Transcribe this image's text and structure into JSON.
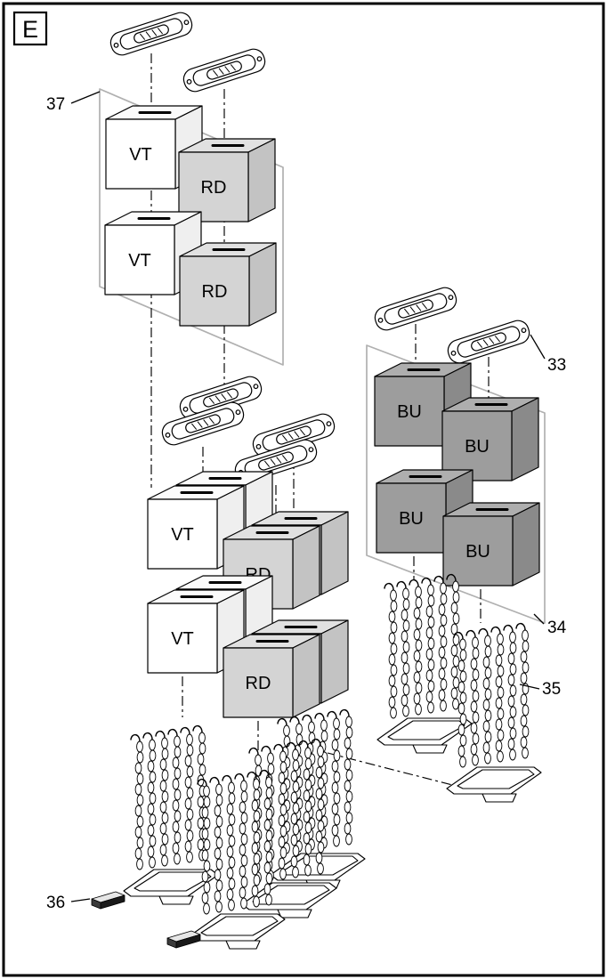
{
  "colors": {
    "page_bg": "#ffffff",
    "line": "#000000",
    "group_frame": "#b0b0b0",
    "foam_vt_front": "#ffffff",
    "foam_vt_top": "#fbfbfb",
    "foam_vt_side": "#efefef",
    "foam_rd_front": "#d4d4d4",
    "foam_rd_top": "#e1e1e1",
    "foam_rd_side": "#c3c3c3",
    "foam_bu_front": "#9d9d9d",
    "foam_bu_top": "#aeaeae",
    "foam_bu_side": "#8a8a8a",
    "strip_top": "#e6e6e6",
    "strip_front": "#191919"
  },
  "diagram": {
    "figure_letter": "E",
    "parts": {
      "vt": "VT",
      "rd": "RD",
      "bu": "BU"
    },
    "callouts": {
      "c33": "33",
      "c34": "34",
      "c35": "35",
      "c36": "36",
      "c37": "37"
    }
  }
}
